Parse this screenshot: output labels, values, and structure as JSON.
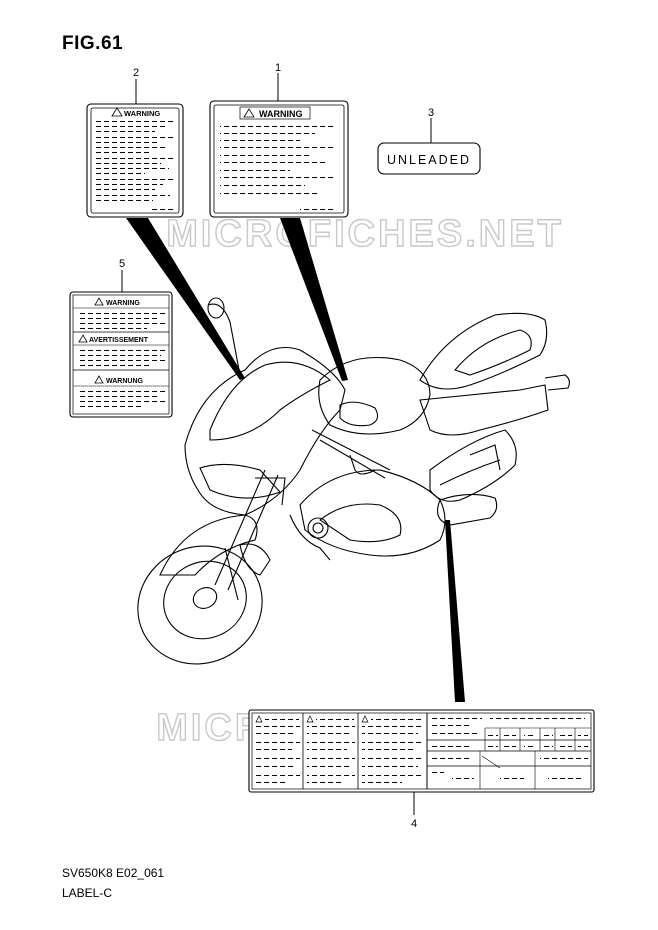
{
  "figure": {
    "title": "FIG.61",
    "drawing_code": "SV650K8 E02_061",
    "drawing_name": "LABEL-C"
  },
  "watermark": {
    "text": "MICROFICHES.NET",
    "color": "#c8c8c8"
  },
  "callouts": [
    {
      "num": "1"
    },
    {
      "num": "2"
    },
    {
      "num": "3"
    },
    {
      "num": "4"
    },
    {
      "num": "5"
    }
  ],
  "labels": {
    "label_1": {
      "heading": "WARNING"
    },
    "label_2": {
      "heading": "WARNING"
    },
    "label_3": {
      "text": "UNLEADED"
    },
    "label_5": {
      "headings": [
        "WARNING",
        "AVERTISSEMENT",
        "WARNUNG"
      ]
    }
  },
  "colors": {
    "ink": "#000000",
    "paper": "#ffffff"
  }
}
